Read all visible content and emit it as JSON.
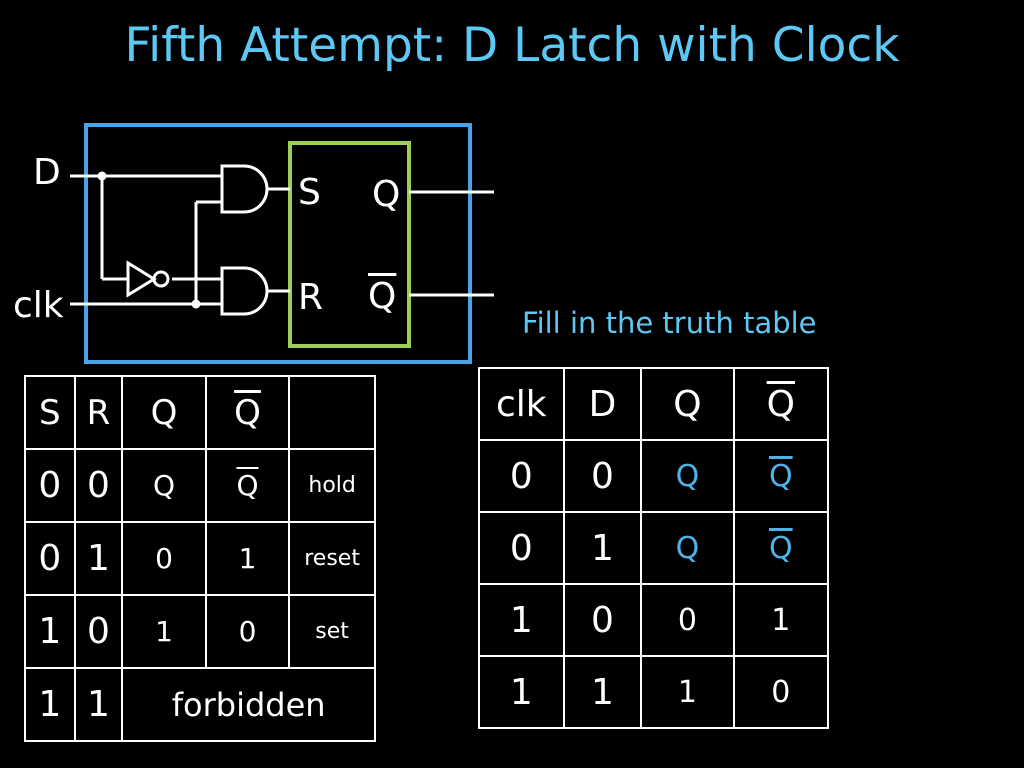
{
  "slide": {
    "title": "Fifth Attempt: D Latch with Clock",
    "subtitle": "Fill in the truth table"
  },
  "circuit": {
    "inputs": {
      "d": "D",
      "clk": "clk"
    },
    "latch_pins": {
      "s": "S",
      "r": "R",
      "q": "Q",
      "qbar": "Q"
    },
    "colors": {
      "outer_box": "#4aa3e6",
      "latch_box": "#9ccf5a",
      "wire": "#ffffff"
    }
  },
  "sr_table": {
    "headers": {
      "s": "S",
      "r": "R",
      "q": "Q",
      "qbar": "Q",
      "note": ""
    },
    "rows": [
      {
        "s": "0",
        "r": "0",
        "q": "Q",
        "qbar": "Q",
        "note": "hold"
      },
      {
        "s": "0",
        "r": "1",
        "q": "0",
        "qbar": "1",
        "note": "reset"
      },
      {
        "s": "1",
        "r": "0",
        "q": "1",
        "qbar": "0",
        "note": "set"
      }
    ],
    "last_row": {
      "s": "1",
      "r": "1",
      "label": "forbidden"
    }
  },
  "clk_table": {
    "headers": {
      "clk": "clk",
      "d": "D",
      "q": "Q",
      "qbar": "Q"
    },
    "rows": [
      {
        "clk": "0",
        "d": "0",
        "q": "Q",
        "qbar": "Q"
      },
      {
        "clk": "0",
        "d": "1",
        "q": "Q",
        "qbar": "Q"
      },
      {
        "clk": "1",
        "d": "0",
        "q": "0",
        "qbar": "1"
      },
      {
        "clk": "1",
        "d": "1",
        "q": "1",
        "qbar": "0"
      }
    ],
    "answer_color": "#4fb3ea"
  }
}
